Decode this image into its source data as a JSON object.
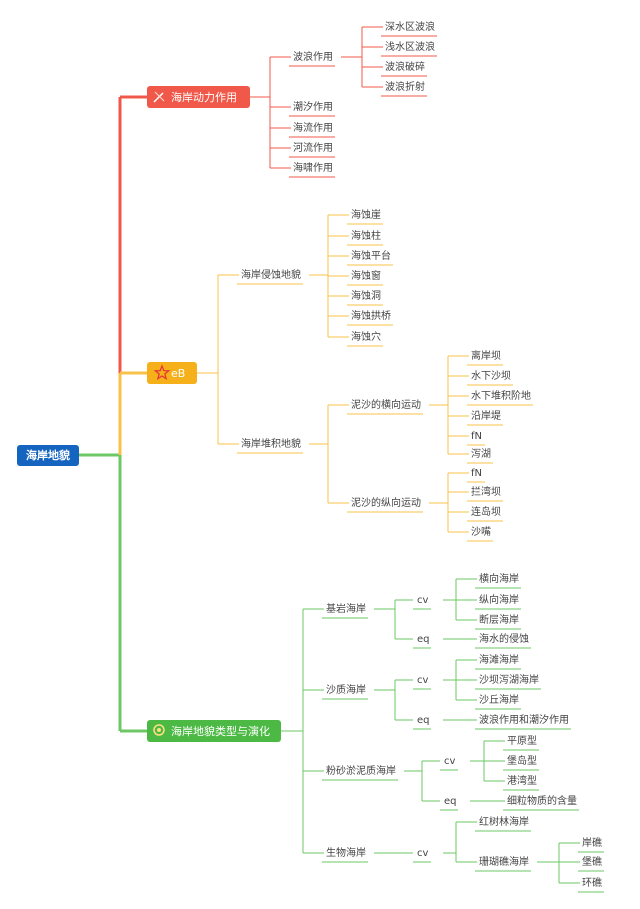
{
  "root": {
    "label": "海岸地貌",
    "color": "#1565c0"
  },
  "colors": {
    "red": "#f0584a",
    "orange": "#f6b01a",
    "green": "#4cb944",
    "line_red": "#f0584a",
    "line_orange": "#f8c24a",
    "line_green": "#6cc764"
  },
  "branches": [
    {
      "id": "b1",
      "label": "海岸动力作用",
      "icon": "tools-icon",
      "color": "red",
      "children": [
        {
          "label": "波浪作用",
          "children": [
            {
              "label": "深水区波浪"
            },
            {
              "label": "浅水区波浪"
            },
            {
              "label": "波浪破碎"
            },
            {
              "label": "波浪折射"
            }
          ]
        },
        {
          "label": "潮汐作用"
        },
        {
          "label": "海流作用"
        },
        {
          "label": "河流作用"
        },
        {
          "label": "海啸作用"
        }
      ]
    },
    {
      "id": "b2",
      "label": "eB",
      "icon": "star-icon",
      "color": "orange",
      "children": [
        {
          "label": "海岸侵蚀地貌",
          "children": [
            {
              "label": "海蚀崖"
            },
            {
              "label": "海蚀柱"
            },
            {
              "label": "海蚀平台"
            },
            {
              "label": "海蚀窗"
            },
            {
              "label": "海蚀洞"
            },
            {
              "label": "海蚀拱桥"
            },
            {
              "label": "海蚀穴"
            }
          ]
        },
        {
          "label": "海岸堆积地貌",
          "children": [
            {
              "label": "泥沙的横向运动",
              "children": [
                {
                  "label": "离岸坝"
                },
                {
                  "label": "水下沙坝"
                },
                {
                  "label": "水下堆积阶地"
                },
                {
                  "label": "沿岸堤"
                },
                {
                  "label": "fN"
                },
                {
                  "label": "泻湖"
                }
              ]
            },
            {
              "label": "泥沙的纵向运动",
              "children": [
                {
                  "label": "fN"
                },
                {
                  "label": "拦湾坝"
                },
                {
                  "label": "连岛坝"
                },
                {
                  "label": "沙嘴"
                }
              ]
            }
          ]
        }
      ]
    },
    {
      "id": "b3",
      "label": "海岸地貌类型与演化",
      "icon": "award-icon",
      "color": "green",
      "children": [
        {
          "label": "基岩海岸",
          "children": [
            {
              "label": "cv",
              "children": [
                {
                  "label": "横向海岸"
                },
                {
                  "label": "纵向海岸"
                },
                {
                  "label": "断层海岸"
                }
              ]
            },
            {
              "label": "eq",
              "children": [
                {
                  "label": "海水的侵蚀"
                }
              ]
            }
          ]
        },
        {
          "label": "沙质海岸",
          "children": [
            {
              "label": "cv",
              "children": [
                {
                  "label": "海滩海岸"
                },
                {
                  "label": "沙坝泻湖海岸"
                },
                {
                  "label": "沙丘海岸"
                }
              ]
            },
            {
              "label": "eq",
              "children": [
                {
                  "label": "波浪作用和潮汐作用"
                }
              ]
            }
          ]
        },
        {
          "label": "粉砂淤泥质海岸",
          "children": [
            {
              "label": "cv",
              "children": [
                {
                  "label": "平原型"
                },
                {
                  "label": "堡岛型"
                },
                {
                  "label": "港湾型"
                }
              ]
            },
            {
              "label": "eq",
              "children": [
                {
                  "label": "细粒物质的含量"
                }
              ]
            }
          ]
        },
        {
          "label": "生物海岸",
          "children": [
            {
              "label": "cv",
              "children": [
                {
                  "label": "红树林海岸"
                },
                {
                  "label": "珊瑚礁海岸",
                  "children": [
                    {
                      "label": "岸礁"
                    },
                    {
                      "label": "堡礁"
                    },
                    {
                      "label": "环礁"
                    }
                  ]
                }
              ]
            }
          ]
        }
      ]
    }
  ]
}
